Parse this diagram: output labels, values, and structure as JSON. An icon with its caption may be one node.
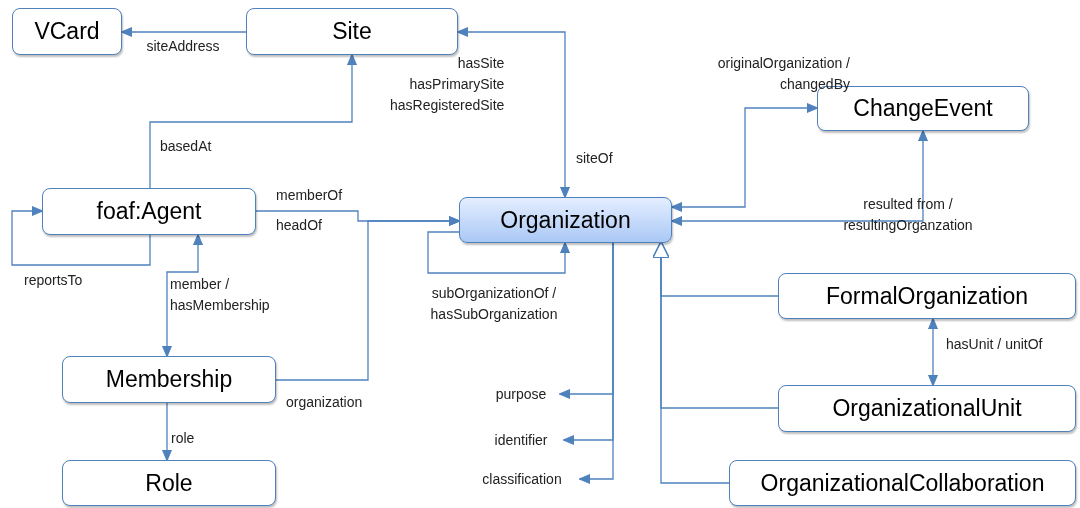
{
  "diagram": {
    "nodes": [
      {
        "text": [
          "VCard"
        ]
      },
      {
        "text": [
          "Site"
        ]
      },
      {
        "text": [
          "ChangeEvent"
        ]
      },
      {
        "text": [
          "foaf:Agent"
        ]
      },
      {
        "text": [
          "Organization"
        ]
      },
      {
        "text": [
          "FormalOrganization"
        ]
      },
      {
        "text": [
          "Membership"
        ]
      },
      {
        "text": [
          "OrganizationalUnit"
        ]
      },
      {
        "text": [
          "Role"
        ]
      },
      {
        "text": [
          "OrganizationalCollaboration"
        ]
      },
      {
        "text": [
          "purpose"
        ]
      },
      {
        "text": [
          "identifier"
        ]
      },
      {
        "text": [
          "classification"
        ]
      }
    ],
    "edges": [
      {
        "from": 1,
        "to": 0,
        "arrow": "to",
        "label": "siteAddress"
      },
      {
        "from": 4,
        "to": 1,
        "arrow": "both",
        "label": "hasSite hasPrimarySite hasRegisteredSite"
      },
      {
        "from": 3,
        "to": 1,
        "arrow": "to",
        "label": "basedAt"
      },
      {
        "from": 3,
        "to": 3,
        "arrow": "to",
        "label": "reportsTo"
      },
      {
        "from": 3,
        "to": 4,
        "arrow": "to",
        "label": "memberOf headOf"
      },
      {
        "from": 6,
        "to": 3,
        "arrow": "both",
        "label": "member / hasMembership"
      },
      {
        "from": 6,
        "to": 4,
        "arrow": "to",
        "label": "organization"
      },
      {
        "from": 4,
        "to": 4,
        "arrow": "to",
        "label": "subOrganizationOf / hasSubOrganization"
      },
      {
        "from": 4,
        "to": 2,
        "arrow": "both",
        "label": "originalOrganization / changedBy"
      },
      {
        "from": 2,
        "to": 4,
        "arrow": "both",
        "label": "resulted from / resultingOrganzation"
      },
      {
        "from": 4,
        "to": 10,
        "arrow": "to"
      },
      {
        "from": 4,
        "to": 11,
        "arrow": "to"
      },
      {
        "from": 4,
        "to": 12,
        "arrow": "to"
      },
      {
        "from": 5,
        "to": 4,
        "arrow": "to"
      },
      {
        "from": 7,
        "to": 4,
        "arrow": "to"
      },
      {
        "from": 9,
        "to": 4,
        "arrow": "to"
      },
      {
        "from": 5,
        "to": 7,
        "arrow": "both",
        "label": "hasUnit / unitOf"
      },
      {
        "from": 6,
        "to": 8,
        "arrow": "to",
        "label": "role"
      }
    ],
    "labels": [
      "siteOf"
    ]
  }
}
